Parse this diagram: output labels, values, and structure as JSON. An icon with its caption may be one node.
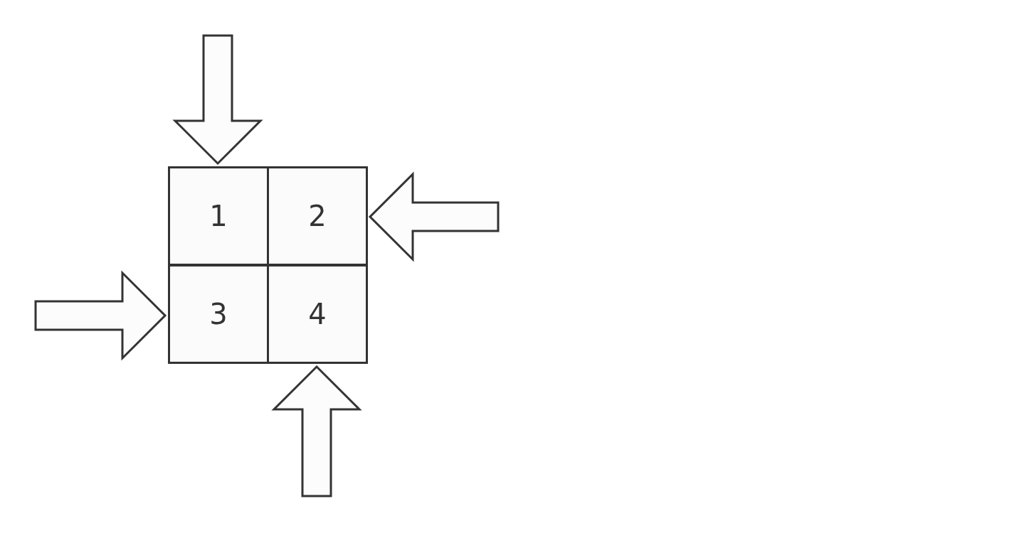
{
  "diagram": {
    "nodes": [
      {
        "text": [
          "1"
        ]
      },
      {
        "text": [
          "2"
        ]
      },
      {
        "text": [
          "3"
        ]
      },
      {
        "text": [
          "4"
        ]
      }
    ],
    "edges": [
      {
        "from": null,
        "to": 0,
        "arrow": "to"
      },
      {
        "from": null,
        "to": 1,
        "arrow": "to"
      },
      {
        "from": null,
        "to": 2,
        "arrow": "to"
      },
      {
        "from": null,
        "to": 3,
        "arrow": "to"
      }
    ]
  }
}
